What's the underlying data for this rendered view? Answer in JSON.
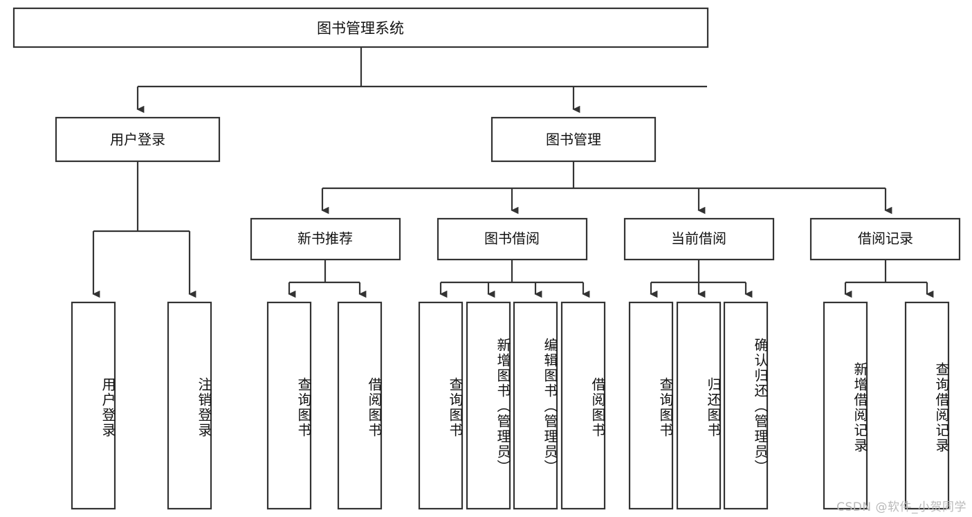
{
  "diagram": {
    "type": "tree-hierarchy",
    "title": "图书管理系统",
    "orientation": "top-down",
    "colors": {
      "stroke": "#333333",
      "box_fill": "#ffffff",
      "text": "#111111",
      "background": "#ffffff",
      "watermark": "#b9b9b9"
    },
    "root": {
      "label": "图书管理系统"
    },
    "level2": [
      {
        "label": "用户登录"
      },
      {
        "label": "图书管理"
      }
    ],
    "level3": [
      {
        "label": "新书推荐"
      },
      {
        "label": "图书借阅"
      },
      {
        "label": "当前借阅"
      },
      {
        "label": "借阅记录"
      }
    ],
    "leaves": {
      "user_login": [
        {
          "label": "用户登录"
        },
        {
          "label": "注销登录"
        }
      ],
      "new_book_recommend": [
        {
          "label": "查询图书"
        },
        {
          "label": "借阅图书"
        }
      ],
      "book_borrow": [
        {
          "label": "查询图书"
        },
        {
          "label": "新增图书（管理员）"
        },
        {
          "label": "编辑图书（管理员）"
        },
        {
          "label": "借阅图书"
        }
      ],
      "current_borrow": [
        {
          "label": "查询图书"
        },
        {
          "label": "归还图书"
        },
        {
          "label": "确认归还（管理员）"
        }
      ],
      "borrow_record": [
        {
          "label": "新增借阅记录"
        },
        {
          "label": "查询借阅记录"
        }
      ]
    }
  },
  "watermark": {
    "text": "CSDN @软件_小贺同学"
  }
}
